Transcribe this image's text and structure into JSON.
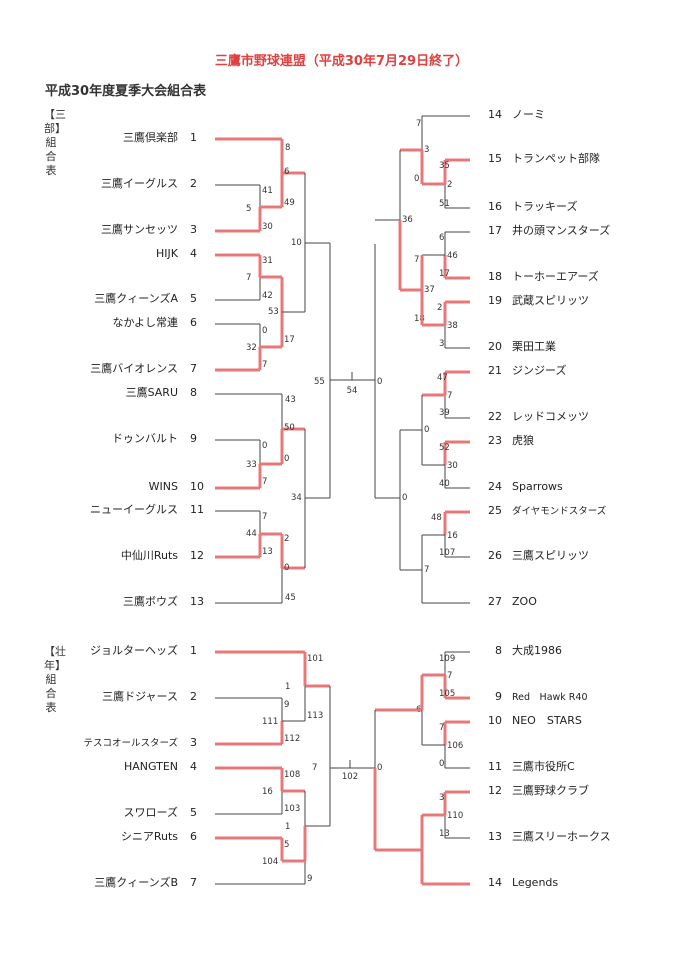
{
  "header": {
    "title": "三鷹市野球連盟（平成30年7月29日終了）",
    "subtitle": "平成30年度夏季大会組合表"
  },
  "division1": {
    "side_label": "【三部】組合表",
    "left_teams": [
      {
        "seed": "1",
        "name": "三鷹倶楽部"
      },
      {
        "seed": "2",
        "name": "三鷹イーグルス"
      },
      {
        "seed": "3",
        "name": "三鷹サンセッツ"
      },
      {
        "seed": "4",
        "name": "HIJK"
      },
      {
        "seed": "5",
        "name": "三鷹クィーンズA"
      },
      {
        "seed": "6",
        "name": "なかよし常連"
      },
      {
        "seed": "7",
        "name": "三鷹バイオレンス"
      },
      {
        "seed": "8",
        "name": "三鷹SARU"
      },
      {
        "seed": "9",
        "name": "ドゥンバルト"
      },
      {
        "seed": "10",
        "name": "WINS"
      },
      {
        "seed": "11",
        "name": "ニューイーグルス"
      },
      {
        "seed": "12",
        "name": "中仙川Ruts"
      },
      {
        "seed": "13",
        "name": "三鷹ボウズ"
      }
    ],
    "right_teams": [
      {
        "seed": "14",
        "name": "ノーミ"
      },
      {
        "seed": "15",
        "name": "トランペット部隊"
      },
      {
        "seed": "16",
        "name": "トラッキーズ"
      },
      {
        "seed": "17",
        "name": "井の頭マンスターズ"
      },
      {
        "seed": "18",
        "name": "トーホーエアーズ"
      },
      {
        "seed": "19",
        "name": "武蔵スピリッツ"
      },
      {
        "seed": "20",
        "name": "栗田工業"
      },
      {
        "seed": "21",
        "name": "ジンジーズ"
      },
      {
        "seed": "22",
        "name": "レッドコメッツ"
      },
      {
        "seed": "23",
        "name": "虎狼"
      },
      {
        "seed": "24",
        "name": "Sparrows"
      },
      {
        "seed": "25",
        "name": "ダイヤモンドスターズ"
      },
      {
        "seed": "26",
        "name": "三鷹スピリッツ"
      },
      {
        "seed": "27",
        "name": "ZOO"
      }
    ]
  },
  "division2": {
    "side_label": "【壮年】組合表",
    "left_teams": [
      {
        "seed": "1",
        "name": "ジョルターヘッズ"
      },
      {
        "seed": "2",
        "name": "三鷹ドジャース"
      },
      {
        "seed": "3",
        "name": "テスコオールスターズ"
      },
      {
        "seed": "4",
        "name": "HANGTEN"
      },
      {
        "seed": "5",
        "name": "スワローズ"
      },
      {
        "seed": "6",
        "name": "シニアRuts"
      },
      {
        "seed": "7",
        "name": "三鷹クィーンズB"
      }
    ],
    "right_teams": [
      {
        "seed": "8",
        "name": "大成1986"
      },
      {
        "seed": "9",
        "name": "Red　Hawk R40"
      },
      {
        "seed": "10",
        "name": "NEO　STARS"
      },
      {
        "seed": "11",
        "name": "三鷹市役所C"
      },
      {
        "seed": "12",
        "name": "三鷹野球クラブ"
      },
      {
        "seed": "13",
        "name": "三鷹スリーホークス"
      },
      {
        "seed": "14",
        "name": "Legends"
      }
    ]
  },
  "colors": {
    "winner_line": "#e87878",
    "line": "#444444",
    "title": "#e04040"
  },
  "bracket_labels": [
    "8",
    "41",
    "5",
    "30",
    "6",
    "49",
    "10",
    "31",
    "7",
    "42",
    "0",
    "32",
    "7",
    "17",
    "53",
    "55",
    "54",
    "0",
    "43",
    "0",
    "33",
    "7",
    "50",
    "0",
    "34",
    "7",
    "13",
    "44",
    "2",
    "0",
    "45",
    "7",
    "35",
    "2",
    "51",
    "3",
    "0",
    "36",
    "6",
    "46",
    "17",
    "7",
    "37",
    "2",
    "18",
    "38",
    "3",
    "47",
    "7",
    "39",
    "0",
    "52",
    "30",
    "40",
    "0",
    "48",
    "16",
    "107",
    "7",
    "101",
    "1",
    "9",
    "111",
    "113",
    "112",
    "7",
    "102",
    "0",
    "108",
    "16",
    "103",
    "1",
    "5",
    "104",
    "9",
    "109",
    "7",
    "105",
    "6",
    "7",
    "106",
    "0",
    "3",
    "110",
    "13"
  ]
}
